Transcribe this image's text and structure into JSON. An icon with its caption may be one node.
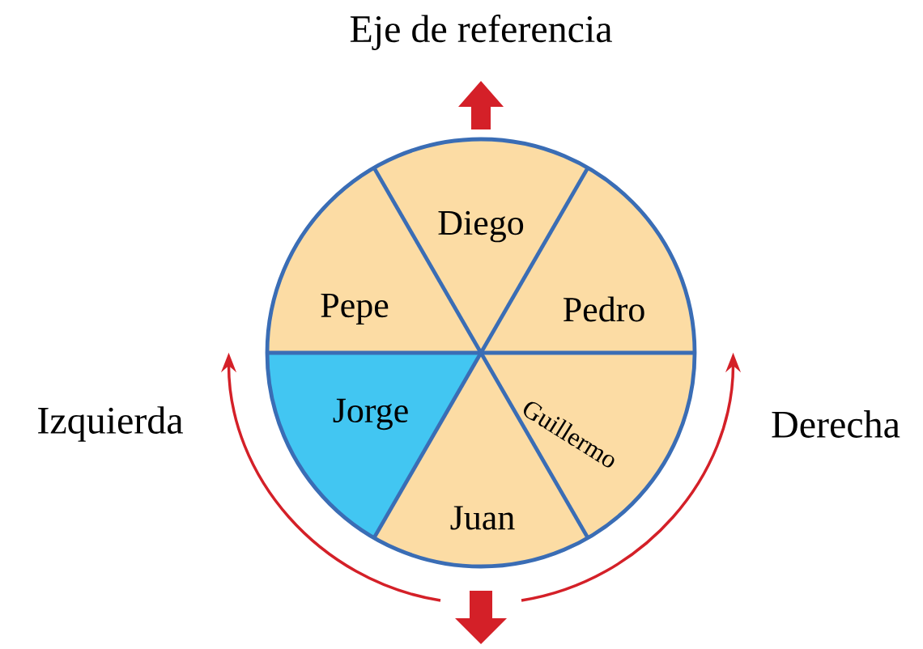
{
  "diagram": {
    "nodes": [
      {
        "text": [
          "Diego"
        ]
      },
      {
        "text": [
          "Pepe"
        ]
      },
      {
        "text": [
          "Pedro"
        ]
      },
      {
        "text": [
          "Jorge"
        ]
      },
      {
        "text": [
          "Guillermo"
        ]
      },
      {
        "text": [
          "Juan"
        ]
      }
    ],
    "labels": [
      "Eje de referencia",
      "Izquierda",
      "Derecha"
    ]
  }
}
